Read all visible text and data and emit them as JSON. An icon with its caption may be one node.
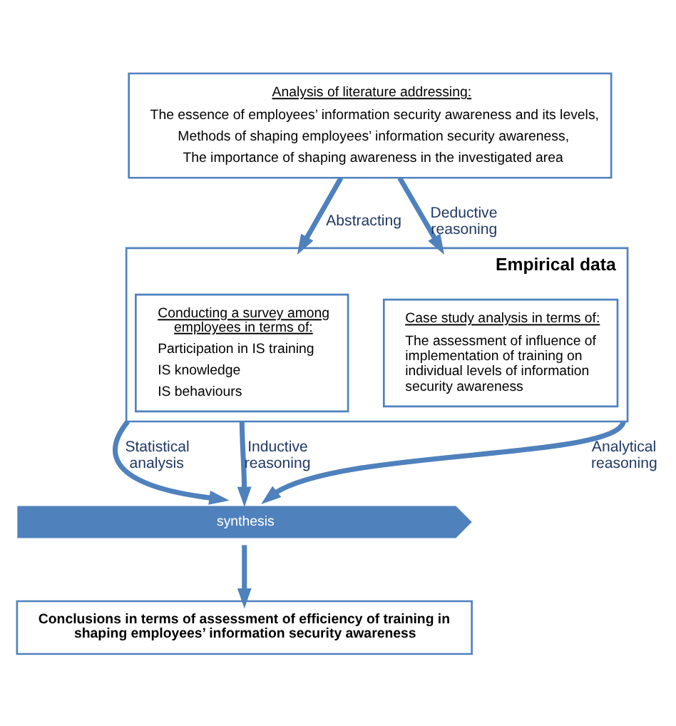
{
  "diagram": {
    "nodes": [
      {
        "text": [
          "Analysis of literature addressing:",
          "The essence of employees’ information security awareness and its levels,",
          "Methods of shaping employees’ information security awareness,",
          "The importance of shaping awareness in the investigated area"
        ]
      },
      {
        "text": [
          "Empirical data"
        ]
      },
      {
        "text": [
          "Conducting a survey among employees in terms of:",
          "Participation in IS training",
          "IS knowledge",
          "IS behaviours"
        ],
        "in": 1
      },
      {
        "text": [
          "Case study analysis in terms of:",
          "The assessment of influence of implementation of training on individual levels of information security awareness"
        ],
        "in": 1
      },
      {
        "text": [
          "synthesis"
        ]
      },
      {
        "text": [
          "Conclusions in terms of assessment of efficiency of training in shaping employees’ information security awareness"
        ]
      }
    ],
    "edges": [
      {
        "from": 0,
        "to": 1,
        "arrow": "to",
        "label": "Abstracting"
      },
      {
        "from": 0,
        "to": 1,
        "arrow": "to",
        "label": "Deductive reasoning"
      },
      {
        "from": 1,
        "to": 4,
        "arrow": "to",
        "label": "Statistical analysis"
      },
      {
        "from": 1,
        "to": 4,
        "arrow": "to",
        "label": "Inductive reasoning"
      },
      {
        "from": 1,
        "to": 4,
        "arrow": "to",
        "label": "Analytical reasoning"
      },
      {
        "from": 4,
        "to": 5,
        "arrow": "to"
      }
    ]
  }
}
